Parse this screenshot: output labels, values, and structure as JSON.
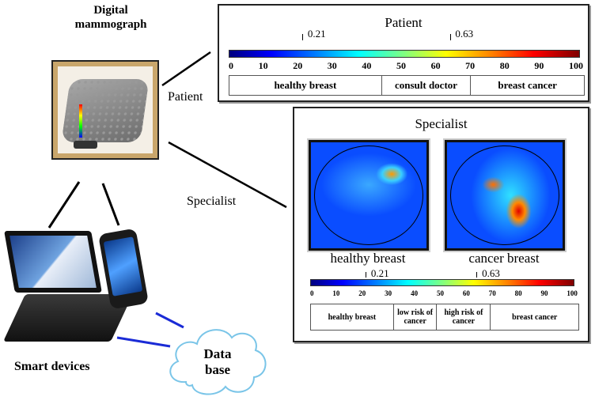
{
  "device": {
    "title": "Digital mammograph",
    "patient_label": "Patient",
    "specialist_label": "Specialist"
  },
  "patient_panel": {
    "title": "Patient",
    "markers": [
      {
        "label": "0.21",
        "value": 0.21
      },
      {
        "label": "0.63",
        "value": 0.63
      }
    ],
    "ticks": [
      "0",
      "10",
      "20",
      "30",
      "40",
      "50",
      "60",
      "70",
      "80",
      "90",
      "100"
    ],
    "categories": [
      "healthy breast",
      "consult doctor",
      "breast cancer"
    ]
  },
  "specialist_panel": {
    "title": "Specialist",
    "images": [
      {
        "label": "healthy breast"
      },
      {
        "label": "cancer breast"
      }
    ],
    "markers": [
      {
        "label": "0.21",
        "value": 0.21
      },
      {
        "label": "0.63",
        "value": 0.63
      }
    ],
    "ticks": [
      "0",
      "10",
      "20",
      "30",
      "40",
      "50",
      "60",
      "70",
      "80",
      "90",
      "100"
    ],
    "categories": [
      "healthy breast",
      "low risk of cancer",
      "high risk of cancer",
      "breast cancer"
    ]
  },
  "smart_devices": {
    "label": "Smart devices"
  },
  "database": {
    "label_line1": "Data",
    "label_line2": "base"
  },
  "colors": {
    "link_blue": "#1a2bd6",
    "frame": "#c9a66b"
  }
}
